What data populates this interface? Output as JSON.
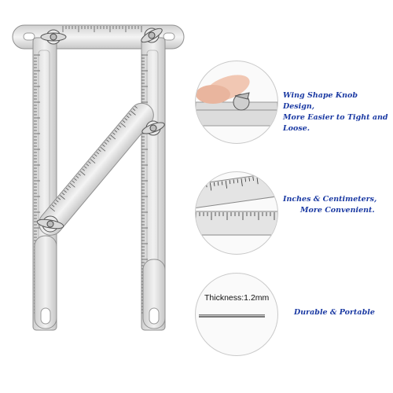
{
  "features": [
    {
      "id": "knob",
      "line1": "Wing Shape Knob Design,",
      "line2": "More Easier to Tight and Loose."
    },
    {
      "id": "scale",
      "line1": "Inches & Centimeters,",
      "line2": "More Convenient."
    },
    {
      "id": "durable",
      "line1": "Durable & Portable",
      "line2": ""
    }
  ],
  "thickness_label": "Thickness:1.2mm",
  "colors": {
    "caption": "#1b3aa3",
    "metal": "#dcdcdc",
    "metal_edge": "#8f8f8f",
    "tick": "#4a4a4a"
  },
  "icons": [
    "wing-nut-icon",
    "hinge-rivet-icon"
  ]
}
